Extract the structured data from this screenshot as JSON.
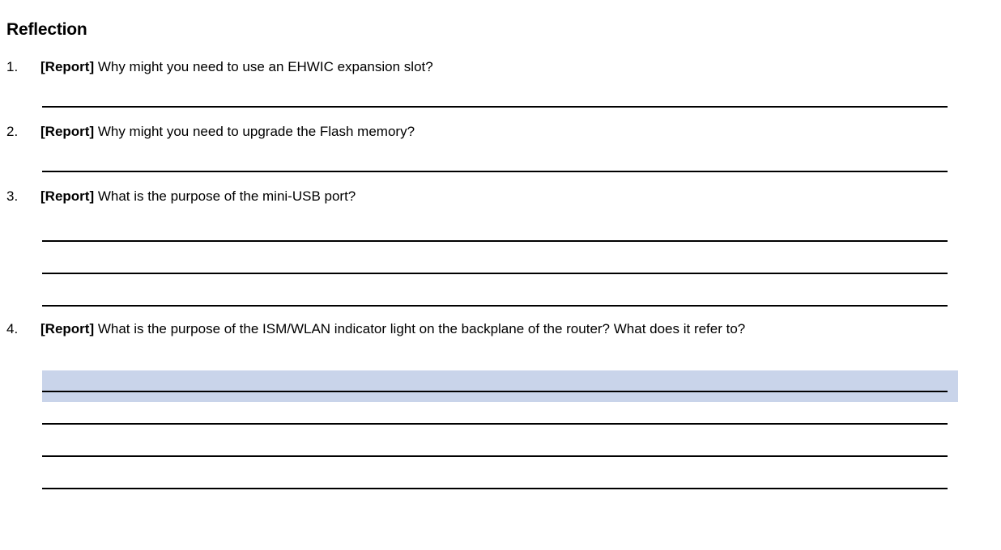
{
  "document": {
    "heading": "Reflection",
    "questions": [
      {
        "number": "1.",
        "tag": "[Report]",
        "text": " Why might you need to use an EHWIC expansion slot?",
        "answer_line_count": 1
      },
      {
        "number": "2.",
        "tag": "[Report]",
        "text": " Why might you need to upgrade the Flash memory?",
        "answer_line_count": 1
      },
      {
        "number": "3.",
        "tag": "[Report]",
        "text": " What is the purpose of the mini-USB port?",
        "answer_line_count": 3
      },
      {
        "number": "4.",
        "tag": "[Report]",
        "text": " What is the purpose of the ISM/WLAN indicator light on the backplane of the router? What does it refer to?",
        "answer_line_count": 4
      }
    ],
    "highlight": {
      "color": "#c9d4ea",
      "description": "selection-highlight"
    },
    "rule_color": "#000000"
  }
}
